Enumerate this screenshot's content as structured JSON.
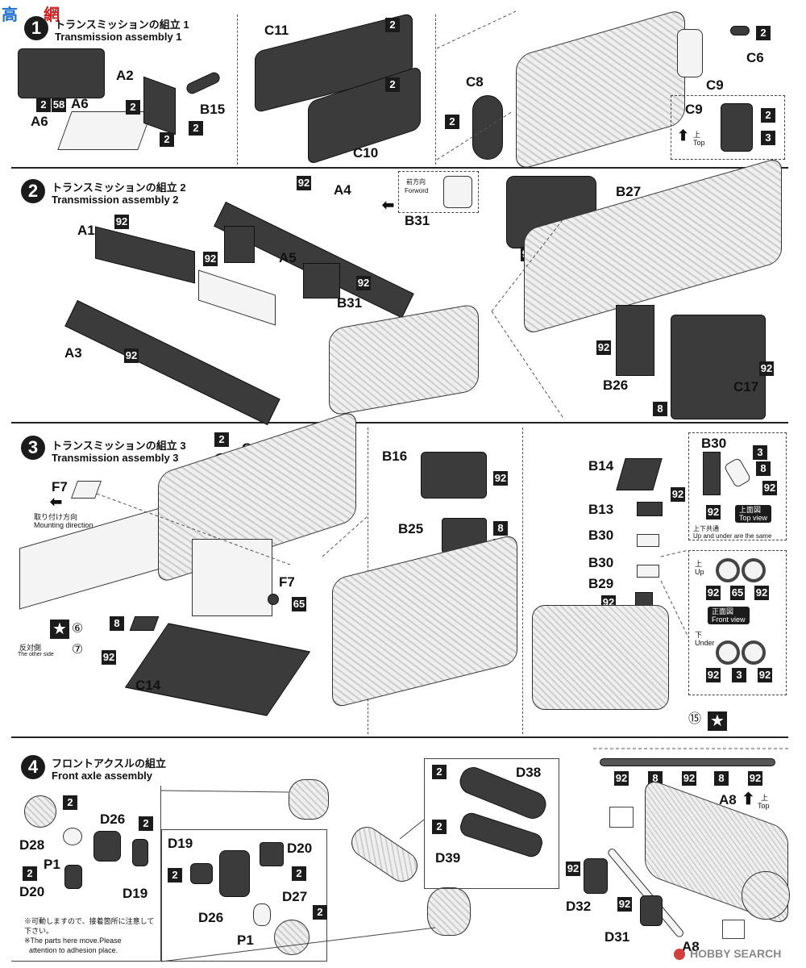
{
  "watermark": {
    "left": "高",
    "right": "網"
  },
  "steps": [
    {
      "number": "1",
      "title_ja": "トランスミッションの組立 1",
      "title_en": "Transmission assembly 1"
    },
    {
      "number": "2",
      "title_ja": "トランスミッションの組立 2",
      "title_en": "Transmission assembly 2"
    },
    {
      "number": "3",
      "title_ja": "トランスミッションの組立 3",
      "title_en": "Transmission assembly 3"
    },
    {
      "number": "4",
      "title_ja": "フロントアクスルの組立",
      "title_en": "Front axle assembly"
    }
  ],
  "step1": {
    "parts": {
      "a6_top": "A6",
      "a6_bottom": "A6",
      "a2": "A2",
      "b15": "B15",
      "c11": "C11",
      "c10": "C10",
      "c8": "C8",
      "c6": "C6",
      "c9": "C9",
      "c9_detail": "C9"
    },
    "colors": {
      "a6_1": "2",
      "a6_2": "58",
      "a2_1": "2",
      "a2_2": "2",
      "b15": "2",
      "c11": "2",
      "c10": "2",
      "c8": "2",
      "c6": "2",
      "c9_1": "2",
      "c9_2": "3"
    },
    "top_ja": "上",
    "top_en": "Top"
  },
  "step2": {
    "parts": {
      "a1": "A1",
      "a3": "A3",
      "a4": "A4",
      "a5": "A5",
      "b31": "B31",
      "b31_b": "B31",
      "b27": "B27",
      "b26": "B26",
      "c17": "C17"
    },
    "colors": {
      "a4": "92",
      "a1": "92",
      "a5": "92",
      "a3": "92",
      "b31": "92",
      "b27": "92",
      "b26": "92",
      "c17": "92",
      "c17_b": "8"
    },
    "forward_ja": "前方向",
    "forward_en": "Forword"
  },
  "step3": {
    "parts": {
      "c15": "C15",
      "f7": "F7",
      "f7_b": "F7",
      "c14": "C14",
      "b16": "B16",
      "b25": "B25",
      "b14": "B14",
      "b13": "B13",
      "b30_a": "B30",
      "b30_b": "B30",
      "b29": "B29",
      "b30_detail": "B30"
    },
    "colors": {
      "c15": "2",
      "f7": "65",
      "c14_1": "8",
      "c14_2": "92",
      "b16": "92",
      "b25_1": "8",
      "b25_2": "92",
      "b14": "92",
      "b29": "92",
      "b30_1": "3",
      "b30_2": "8",
      "b30_3": "92",
      "b30_4": "92",
      "up_1": "92",
      "up_2": "65",
      "up_3": "92",
      "under_1": "92",
      "under_2": "3",
      "under_3": "92"
    },
    "mounting_ja": "取り付け方向",
    "mounting_en": "Mounting direction",
    "circle_6": "⑥",
    "circle_7": "⑦",
    "circle_15": "⑮",
    "other_side_ja": "反対側",
    "other_side_en": "The other side",
    "top_view_ja": "上面図",
    "top_view_en": "Top view",
    "same_ja": "上下共通",
    "same_en": "Up and under are the same",
    "up_ja": "上",
    "up_en": "Up",
    "front_view_ja": "正面図",
    "front_view_en": "Front view",
    "under_ja": "下",
    "under_en": "Under"
  },
  "step4": {
    "parts": {
      "d28": "D28",
      "d26": "D26",
      "p1": "P1",
      "d20": "D20",
      "d19": "D19",
      "d19_b": "D19",
      "d20_b": "D20",
      "d26_b": "D26",
      "p1_b": "P1",
      "d27": "D27",
      "d38": "D38",
      "d39": "D39",
      "a8": "A8",
      "a8_b": "A8",
      "d32": "D32",
      "d31": "D31"
    },
    "colors": {
      "d28": "2",
      "d26": "2",
      "d20": "2",
      "d19": "2",
      "d20_b": "2",
      "d27": "2",
      "d38": "2",
      "d39": "2",
      "a8_1": "92",
      "a8_2": "8",
      "a8_3": "92",
      "a8_4": "8",
      "a8_5": "92",
      "d32": "92",
      "d31": "92"
    },
    "top_ja": "上",
    "top_en": "Top",
    "note_ja": "※可動しますので、接着箇所に注意して下さい。",
    "note_en_1": "※The parts here move.Please",
    "note_en_2": "attention to adhesion place."
  },
  "footer": {
    "logo": "HOBBY SEARCH"
  }
}
